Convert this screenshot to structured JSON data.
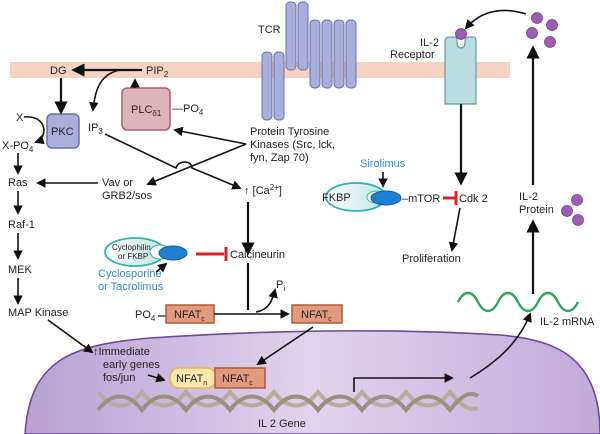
{
  "labels": {
    "tcr": "TCR",
    "dg": "DG",
    "pip2": "PIP",
    "pip2_sub": "2",
    "plc": "PLC",
    "plc_sub": "δ1",
    "po4_plc": "—PO",
    "po4_plc_sub": "4",
    "x": "X",
    "pkc": "PKC",
    "xpo4": "X-PO",
    "xpo4_sub": "4",
    "ip3": "IP",
    "ip3_sub": "3",
    "ptk_line1": "Protein Tyrosine",
    "ptk_line2": "Kinases (Src, lck,",
    "ptk_line3": "fyn, Zap 70)",
    "ras": "Ras",
    "vav_line1": "Vav or",
    "vav_line2": "GRB2/sos",
    "ca": "↑ [Ca",
    "ca_sup": "2+",
    "ca_end": "]",
    "raf": "Raf-1",
    "mek": "MEK",
    "map": "MAP Kinase",
    "cyclophilin_line1": "Cyclophilin",
    "cyclophilin_line2": "or FKBP",
    "cyclosporine_line1": "Cyclosporine",
    "cyclosporine_line2": "or Tacrolimus",
    "calcineurin": "Calcineurin",
    "pi": "P",
    "pi_sub": "i",
    "po4_nfat": "PO",
    "po4_nfat_sub": "4",
    "nfat": "NFAT",
    "nfat_c_sub": "c",
    "nfat_n_sub": "n",
    "immediate_line1": "Immediate",
    "immediate_line2": "early genes",
    "immediate_line3": "fos/jun",
    "il2_gene": "IL 2 Gene",
    "il2_receptor_line1": "IL-2",
    "il2_receptor_line2": "Receptor",
    "sirolimus": "Sirolimus",
    "fkbp": "FKBP",
    "mtor": "–mTOR",
    "cdk2": "Cdk 2",
    "proliferation": "Proliferation",
    "il2_protein_line1": "IL-2",
    "il2_protein_line2": "Protein",
    "il2_mrna": "IL-2 mRNA"
  },
  "colors": {
    "membrane": "#f5d3c2",
    "tcr": "#a9aedb",
    "tcr_stroke": "#6b70a8",
    "pkc": "#a9aedb",
    "plc": "#dfb3bb",
    "plc_stroke": "#a86070",
    "nfat_c": "#e29a7c",
    "nfat_c_stroke": "#b05a3c",
    "nfat_n": "#fbe8b0",
    "nfat_n_stroke": "#e6b84a",
    "nucleus": "#c9b3dc",
    "nucleus_stroke": "#6b4a9a",
    "receptor": "#b9dde0",
    "receptor_stroke": "#6b9a9e",
    "il2_particle": "#9c5db3",
    "inhibit": "#e02020",
    "drug_blue": "#2a8fcf",
    "immunophilin": "#cfecec",
    "immunophilin_stroke": "#2cb5a8",
    "mrna": "#2aa860",
    "dna": "#b8ab9c"
  }
}
